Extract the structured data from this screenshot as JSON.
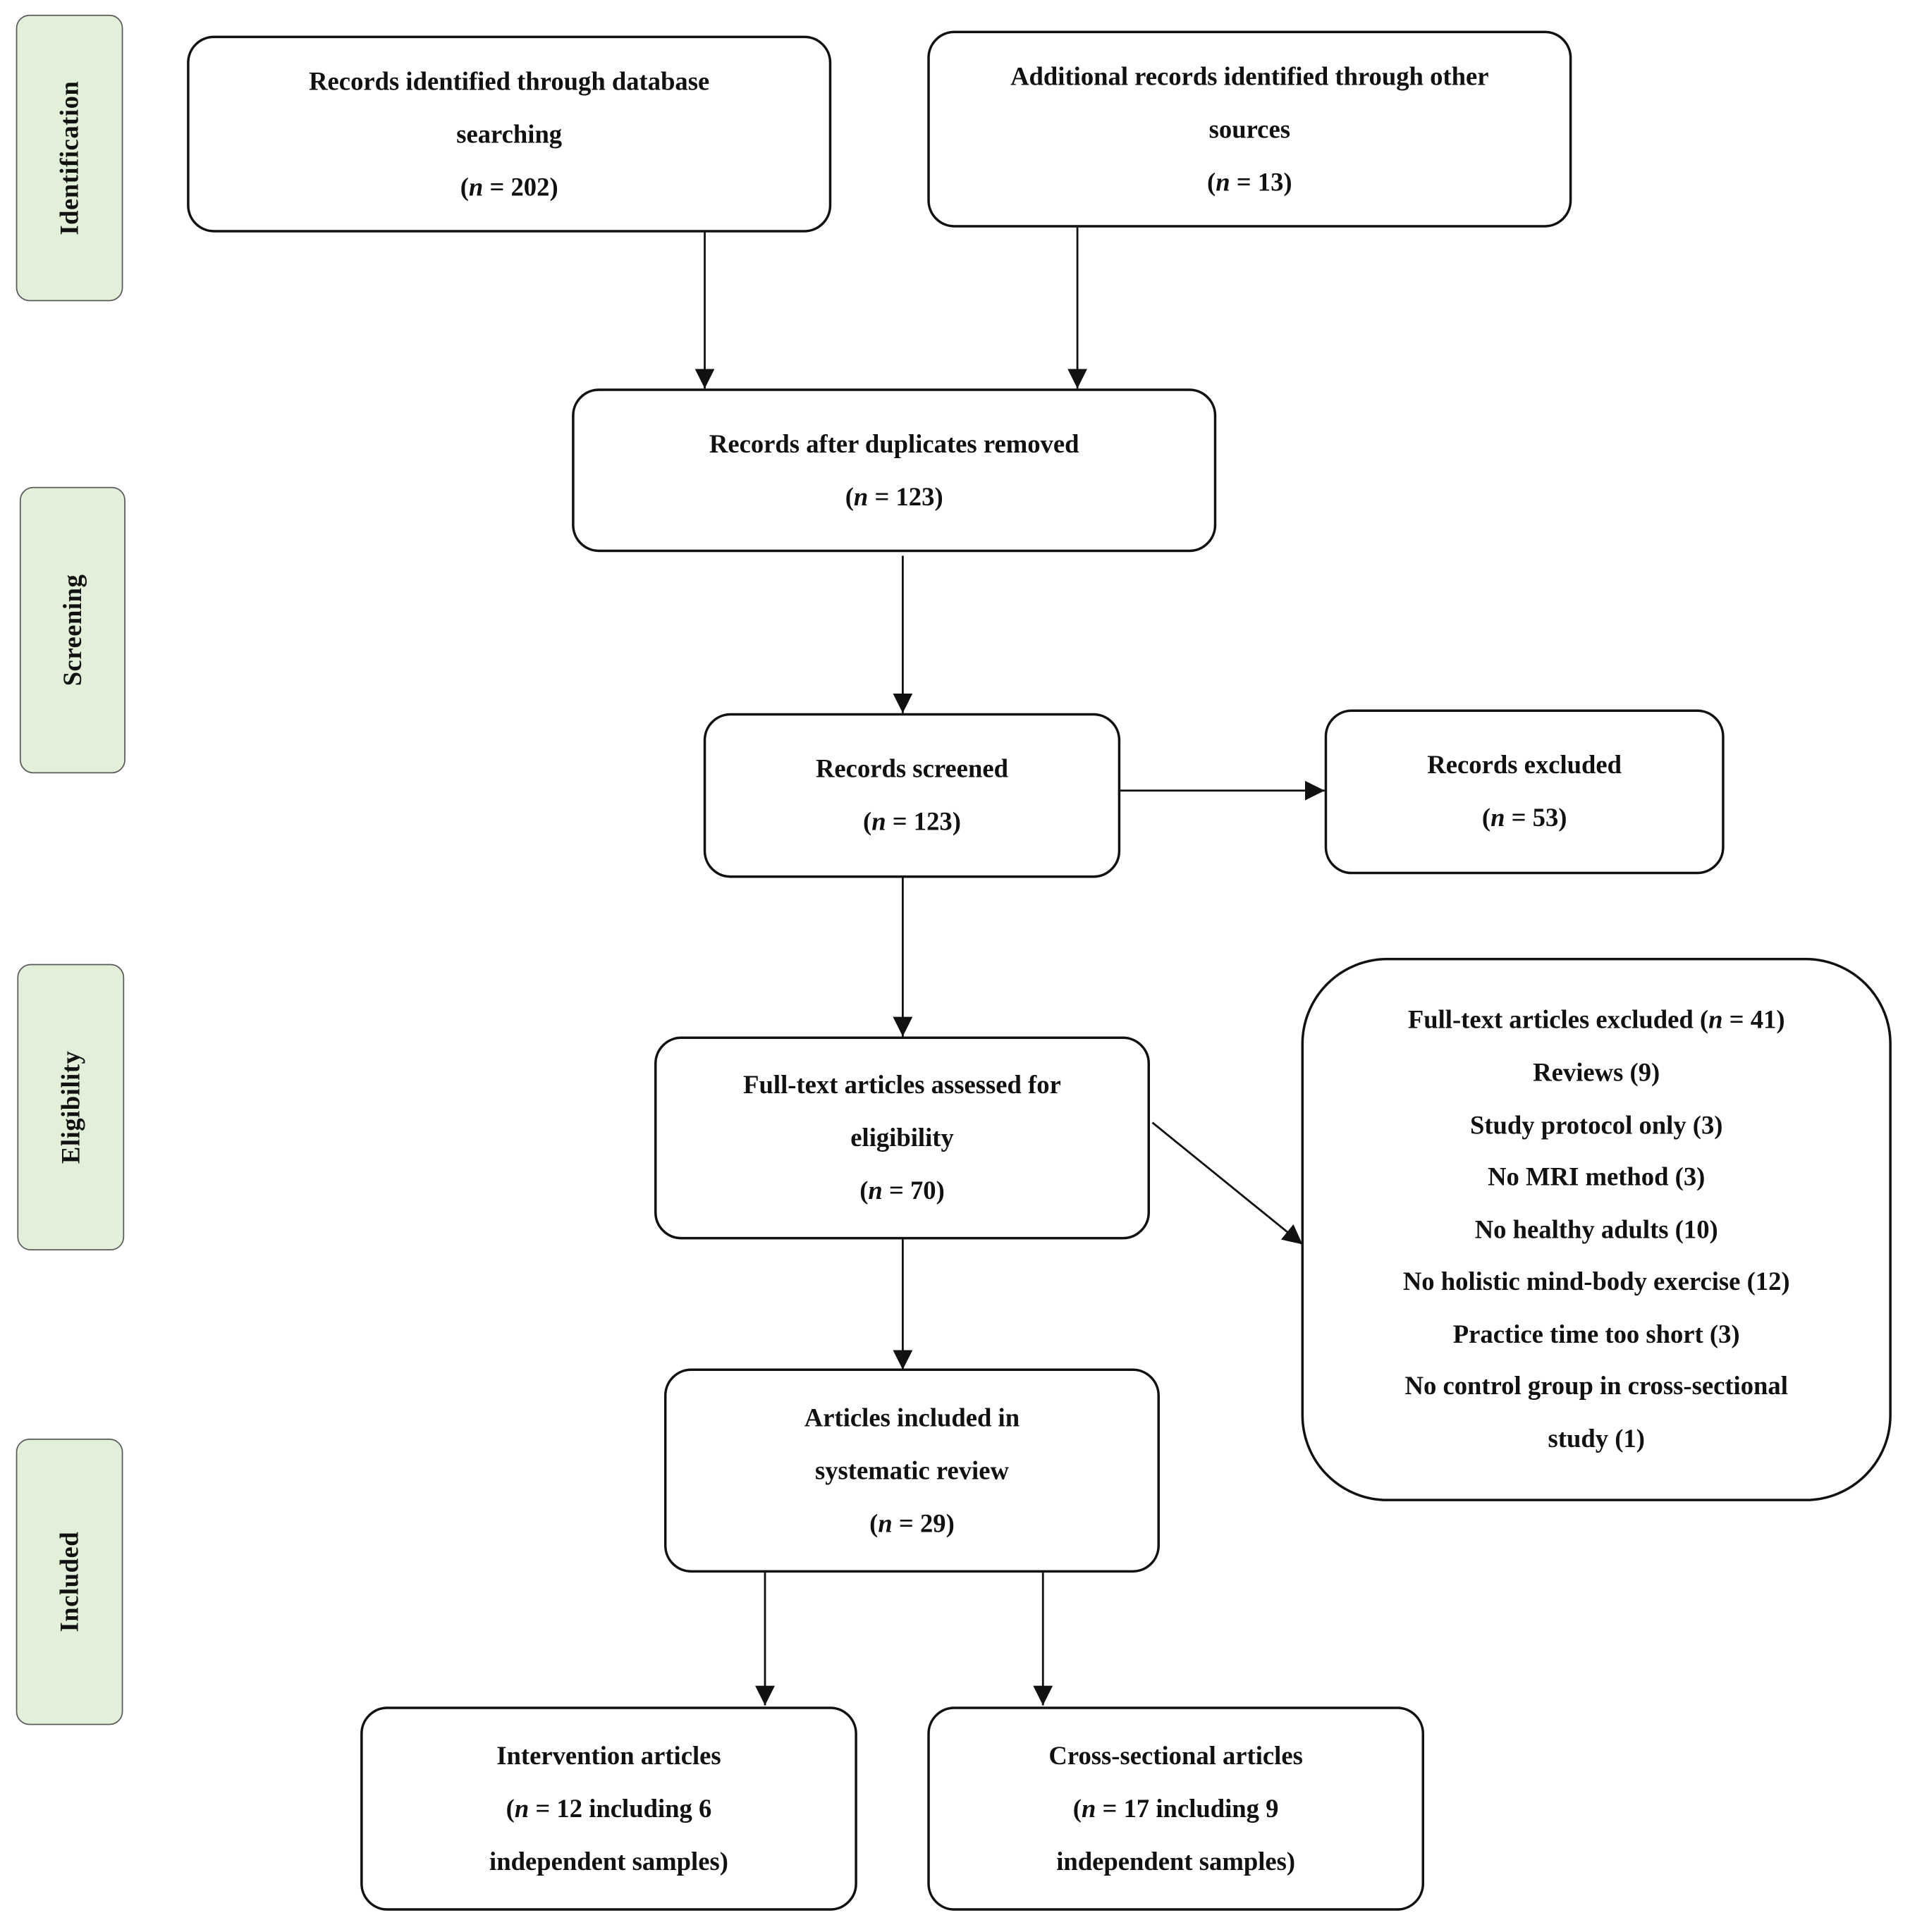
{
  "stages": {
    "identification": "Identification",
    "screening": "Screening",
    "eligibility": "Eligibility",
    "included": "Included"
  },
  "boxes": {
    "database": {
      "line1": "Records identified through database",
      "line2": "searching",
      "n_prefix": "(",
      "n_symbol": "n",
      "n_value": " = 202)"
    },
    "other_sources": {
      "line1": "Additional records identified through other",
      "line2": "sources",
      "n_prefix": "(",
      "n_symbol": "n",
      "n_value": " = 13)"
    },
    "duplicates_removed": {
      "line1": "Records after duplicates removed",
      "n_prefix": "(",
      "n_symbol": "n",
      "n_value": " = 123)"
    },
    "screened": {
      "line1": "Records screened",
      "n_prefix": "(",
      "n_symbol": "n",
      "n_value": " = 123)"
    },
    "excluded": {
      "line1": "Records excluded",
      "n_prefix": "(",
      "n_symbol": "n",
      "n_value": " = 53)"
    },
    "fulltext_assessed": {
      "line1": "Full-text articles assessed for",
      "line2": "eligibility",
      "n_prefix": "(",
      "n_symbol": "n",
      "n_value": " = 70)"
    },
    "fulltext_excluded": {
      "title_prefix": "Full-text articles excluded (",
      "title_symbol": "n",
      "title_value": " = 41)",
      "reasons": [
        "Reviews (9)",
        "Study protocol only (3)",
        "No MRI method (3)",
        "No healthy adults (10)",
        "No holistic mind-body exercise (12)",
        "Practice time too short (3)",
        "No control group in cross-sectional",
        "study (1)"
      ]
    },
    "included_review": {
      "line1": "Articles included in",
      "line2": "systematic review",
      "n_prefix": "(",
      "n_symbol": "n",
      "n_value": " = 29)"
    },
    "intervention": {
      "line1": "Intervention articles",
      "n_prefix": "(",
      "n_symbol": "n",
      "n_value": " = 12 including 6",
      "line3": "independent samples)"
    },
    "cross_sectional": {
      "line1": "Cross-sectional articles",
      "n_prefix": "(",
      "n_symbol": "n",
      "n_value": " = 17 including 9",
      "line3": "independent samples)"
    }
  },
  "colors": {
    "stage_fill": "#e2f0d9",
    "stroke": "#111111"
  }
}
